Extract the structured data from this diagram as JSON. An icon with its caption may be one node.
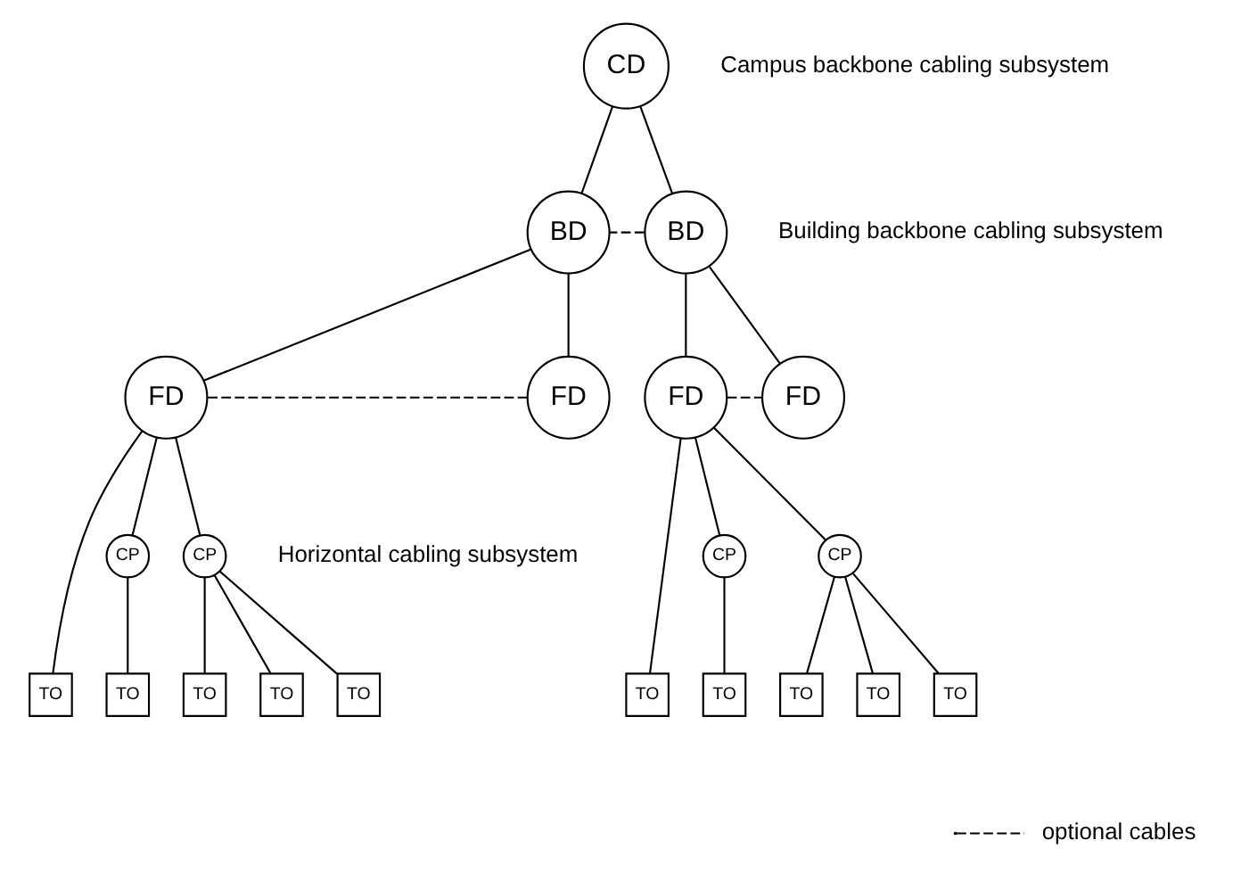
{
  "diagram": {
    "nodes": [
      {
        "text": [
          "CD"
        ]
      },
      {
        "text": [
          "BD"
        ]
      },
      {
        "text": [
          "BD"
        ]
      },
      {
        "text": [
          "FD"
        ]
      },
      {
        "text": [
          "FD"
        ]
      },
      {
        "text": [
          "FD"
        ]
      },
      {
        "text": [
          "FD"
        ]
      },
      {
        "text": [
          "CP"
        ]
      },
      {
        "text": [
          "CP"
        ]
      },
      {
        "text": [
          "CP"
        ]
      },
      {
        "text": [
          "CP"
        ]
      },
      {
        "text": [
          "TO"
        ]
      },
      {
        "text": [
          "TO"
        ]
      },
      {
        "text": [
          "TO"
        ]
      },
      {
        "text": [
          "TO"
        ]
      },
      {
        "text": [
          "TO"
        ]
      },
      {
        "text": [
          "TO"
        ]
      },
      {
        "text": [
          "TO"
        ]
      },
      {
        "text": [
          "TO"
        ]
      },
      {
        "text": [
          "TO"
        ]
      },
      {
        "text": [
          "TO"
        ]
      }
    ],
    "edges": [
      {
        "from": 0,
        "to": 1,
        "arrow": "none"
      },
      {
        "from": 0,
        "to": 2,
        "arrow": "none"
      },
      {
        "from": 1,
        "to": 2,
        "arrow": "none",
        "style": "dashed"
      },
      {
        "from": 1,
        "to": 3,
        "arrow": "none"
      },
      {
        "from": 1,
        "to": 4,
        "arrow": "none"
      },
      {
        "from": 2,
        "to": 5,
        "arrow": "none"
      },
      {
        "from": 2,
        "to": 6,
        "arrow": "none"
      },
      {
        "from": 3,
        "to": 4,
        "arrow": "none",
        "style": "dashed"
      },
      {
        "from": 5,
        "to": 6,
        "arrow": "none",
        "style": "dashed"
      },
      {
        "from": 3,
        "to": 11,
        "arrow": "none"
      },
      {
        "from": 3,
        "to": 7,
        "arrow": "none"
      },
      {
        "from": 3,
        "to": 8,
        "arrow": "none"
      },
      {
        "from": 7,
        "to": 12,
        "arrow": "none"
      },
      {
        "from": 8,
        "to": 13,
        "arrow": "none"
      },
      {
        "from": 8,
        "to": 14,
        "arrow": "none"
      },
      {
        "from": 8,
        "to": 15,
        "arrow": "none"
      },
      {
        "from": 5,
        "to": 16,
        "arrow": "none"
      },
      {
        "from": 5,
        "to": 9,
        "arrow": "none"
      },
      {
        "from": 5,
        "to": 10,
        "arrow": "none"
      },
      {
        "from": 9,
        "to": 17,
        "arrow": "none"
      },
      {
        "from": 10,
        "to": 18,
        "arrow": "none"
      },
      {
        "from": 10,
        "to": 19,
        "arrow": "none"
      },
      {
        "from": 10,
        "to": 20,
        "arrow": "none"
      }
    ],
    "labels": [
      "Campus backbone cabling subsystem",
      "Building backbone cabling subsystem",
      "Horizontal cabling subsystem"
    ],
    "legend": [
      {
        "text": "optional cables"
      }
    ]
  }
}
